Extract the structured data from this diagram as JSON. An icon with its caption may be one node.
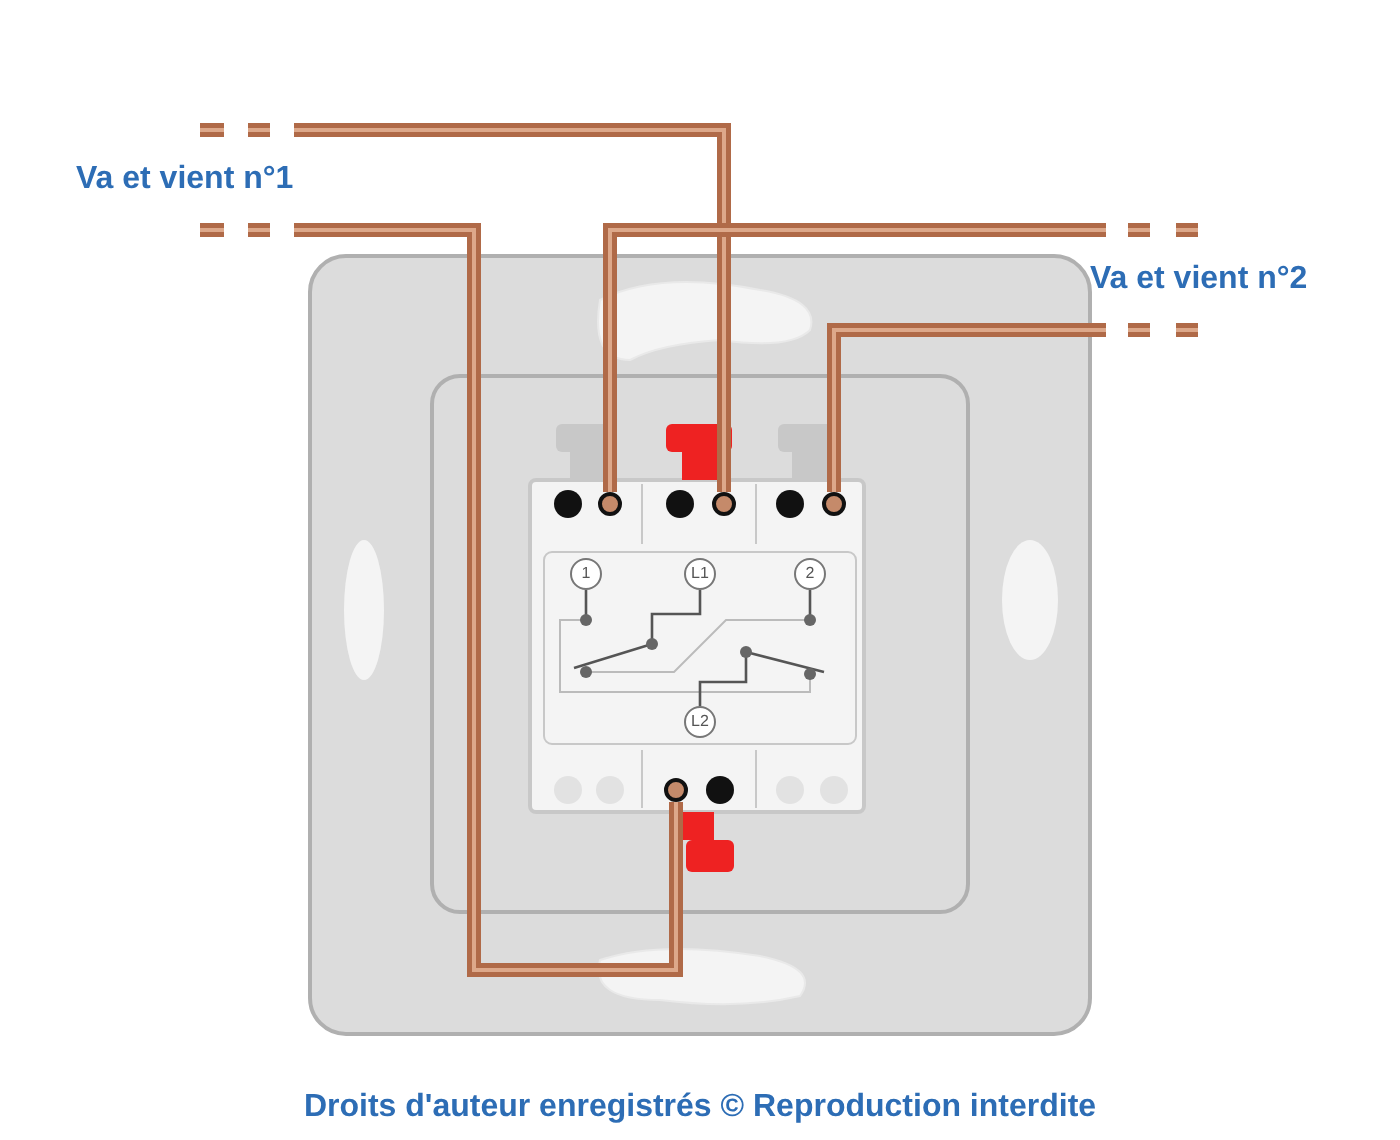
{
  "diagram": {
    "caption": "Droits d'auteur enregistrés © Reproduction interdite",
    "nodes": [
      {
        "text": [],
        "shape": "circle"
      },
      {
        "text": [],
        "shape": "circle"
      },
      {
        "text": [],
        "shape": "circle"
      },
      {
        "text": [],
        "shape": "circle"
      },
      {
        "text": [
          "1"
        ]
      },
      {
        "text": [
          "L1"
        ]
      },
      {
        "text": [
          "2"
        ]
      },
      {
        "text": [
          "L2"
        ]
      }
    ],
    "edges": [
      {
        "from": null,
        "to": 1,
        "arrow": "none"
      },
      {
        "from": null,
        "to": 3,
        "arrow": "none"
      },
      {
        "from": null,
        "to": 0,
        "arrow": "none"
      },
      {
        "from": null,
        "to": 2,
        "arrow": "none"
      }
    ],
    "labels": [
      "Va et vient n°1",
      "Va et vient n°2"
    ]
  }
}
